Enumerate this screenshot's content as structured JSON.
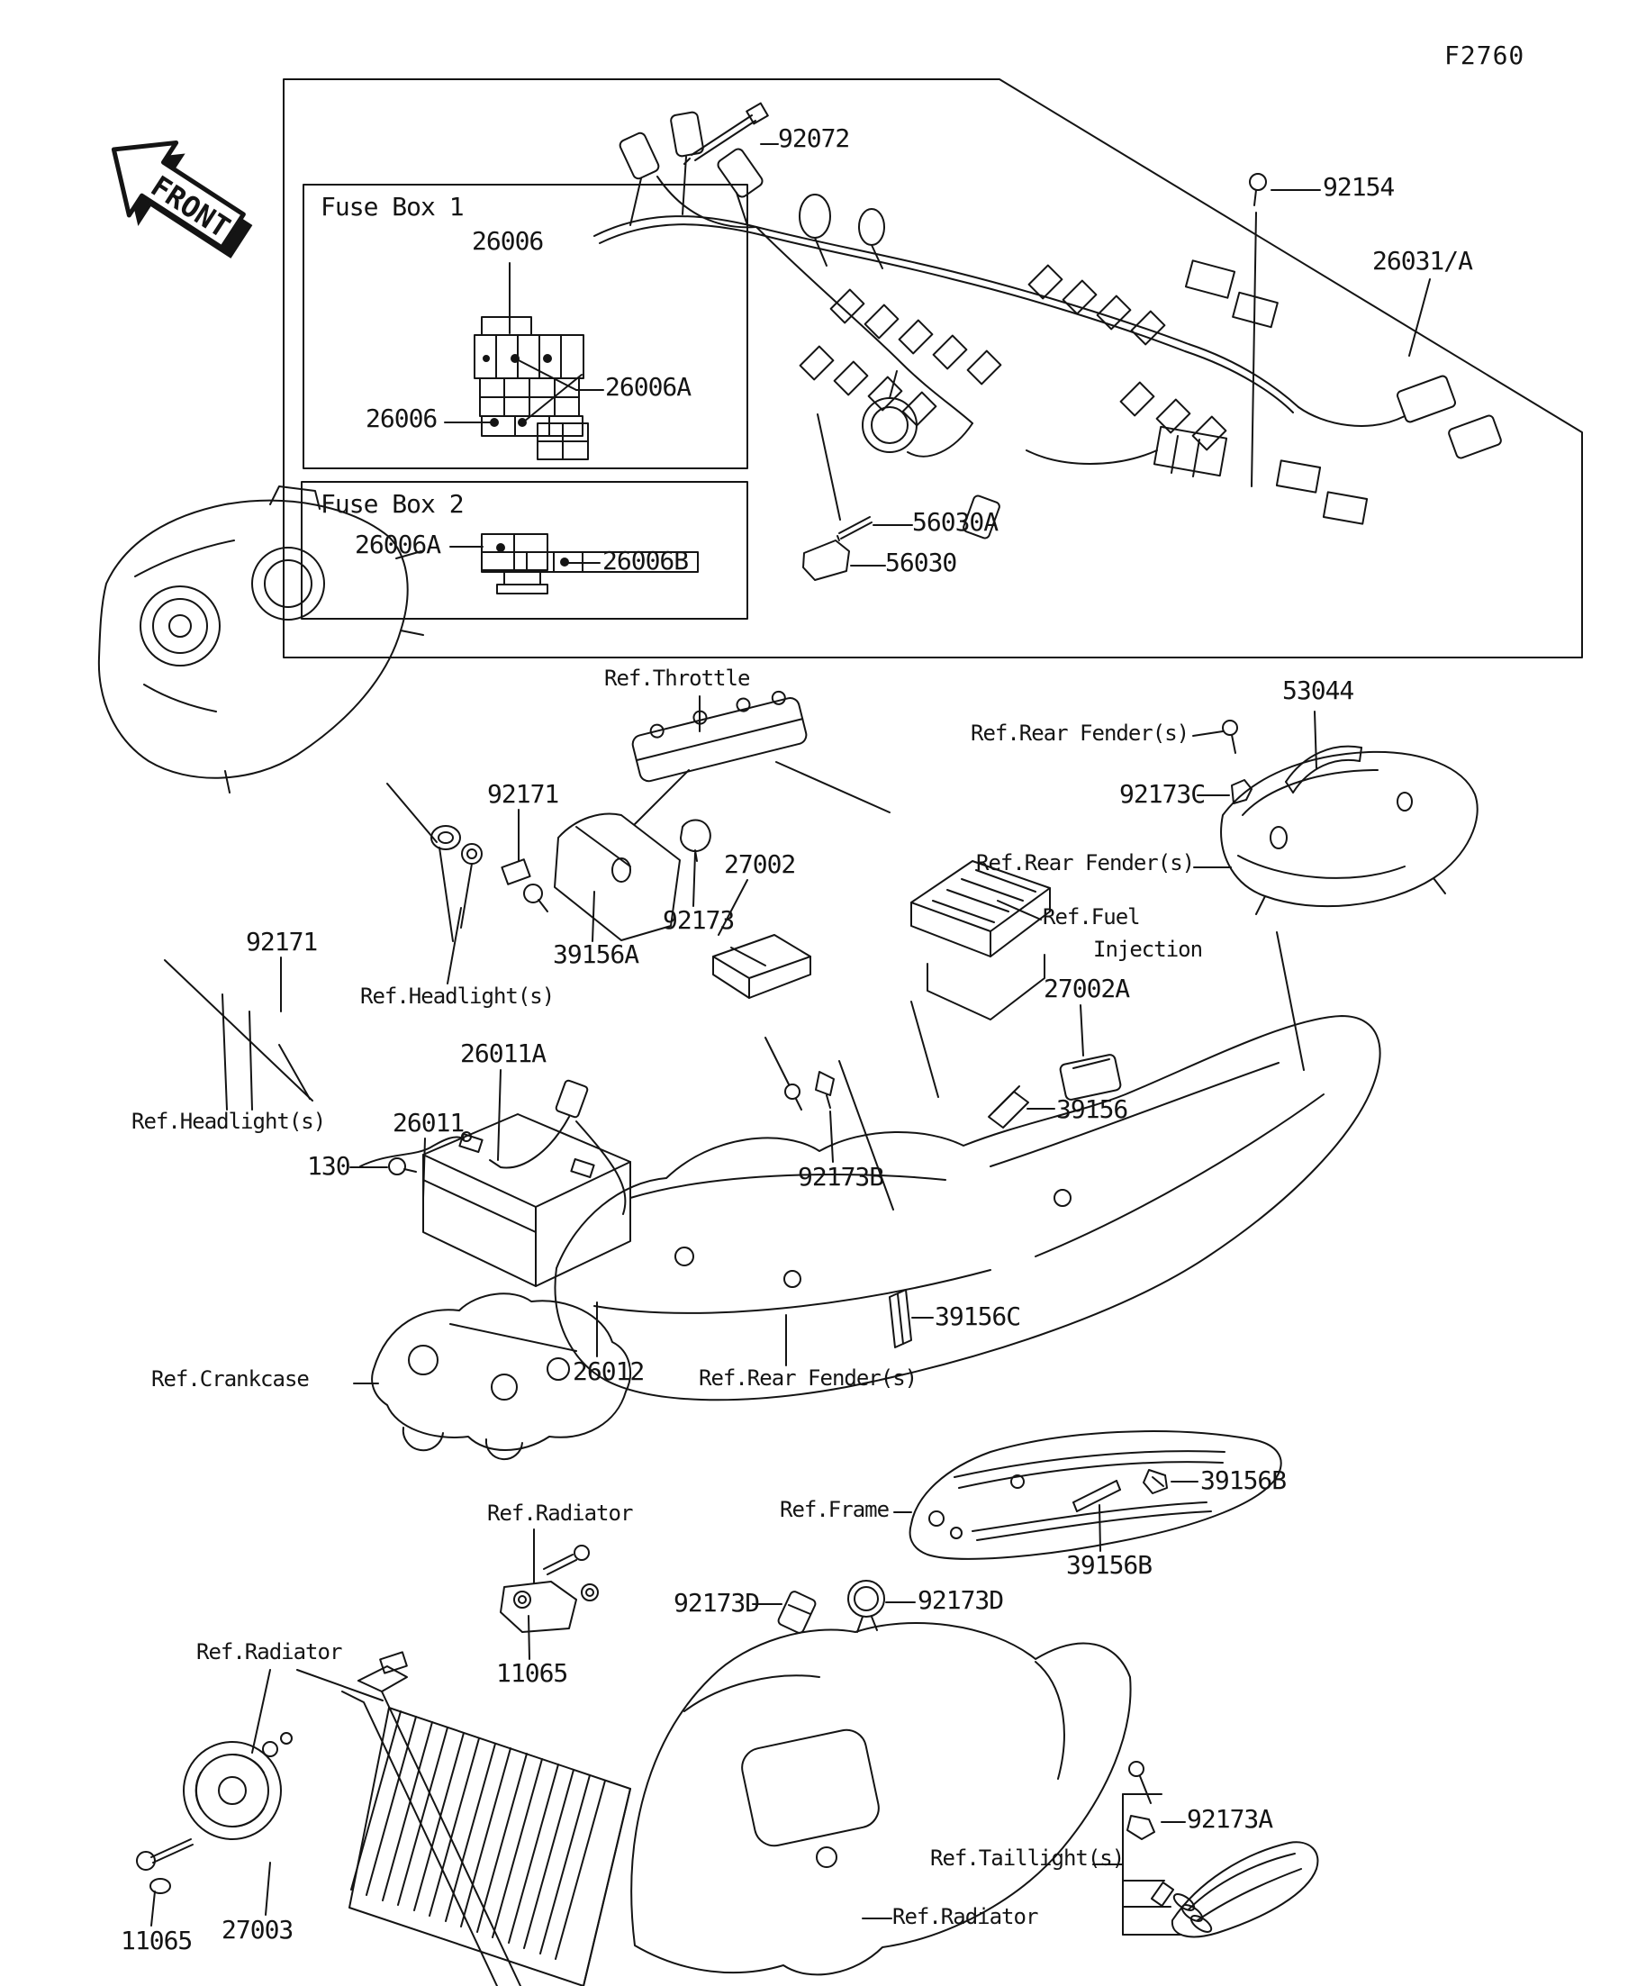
{
  "page": {
    "code": "F2760",
    "front": "FRONT",
    "line_color": "#141414",
    "background": "#ffffff"
  },
  "fuse_box_1": {
    "title": "Fuse Box 1"
  },
  "fuse_box_2": {
    "title": "Fuse Box 2"
  },
  "callouts": [
    {
      "text": "92072"
    },
    {
      "text": "92154"
    },
    {
      "text": "26031/A"
    },
    {
      "text": "56030A"
    },
    {
      "text": "56030"
    },
    {
      "text": "26006"
    },
    {
      "text": "26006A"
    },
    {
      "text": "26006"
    },
    {
      "text": "26006A"
    },
    {
      "text": "26006B"
    },
    {
      "text": "Ref.Throttle"
    },
    {
      "text": "Ref.Rear Fender(s)"
    },
    {
      "text": "53044"
    },
    {
      "text": "92173C"
    },
    {
      "text": "Ref.Rear Fender(s)"
    },
    {
      "text": "Ref.Fuel",
      "line2": "Injection"
    },
    {
      "text": "27002A"
    },
    {
      "text": "92171"
    },
    {
      "text": "27002"
    },
    {
      "text": "92173"
    },
    {
      "text": "39156A"
    },
    {
      "text": "Ref.Headlight(s)"
    },
    {
      "text": "92171"
    },
    {
      "text": "Ref.Headlight(s)"
    },
    {
      "text": "26011A"
    },
    {
      "text": "26011"
    },
    {
      "text": "130"
    },
    {
      "text": "39156"
    },
    {
      "text": "92173B"
    },
    {
      "text": "39156C"
    },
    {
      "text": "26012"
    },
    {
      "text": "Ref.Crankcase"
    },
    {
      "text": "Ref.Rear Fender(s)"
    },
    {
      "text": "Ref.Frame"
    },
    {
      "text": "39156B"
    },
    {
      "text": "39156B"
    },
    {
      "text": "Ref.Radiator"
    },
    {
      "text": "11065"
    },
    {
      "text": "92173D"
    },
    {
      "text": "92173D"
    },
    {
      "text": "Ref.Radiator"
    },
    {
      "text": "11065"
    },
    {
      "text": "27003"
    },
    {
      "text": "Ref.Taillight(s)"
    },
    {
      "text": "92173A"
    },
    {
      "text": "Ref.Radiator"
    }
  ]
}
